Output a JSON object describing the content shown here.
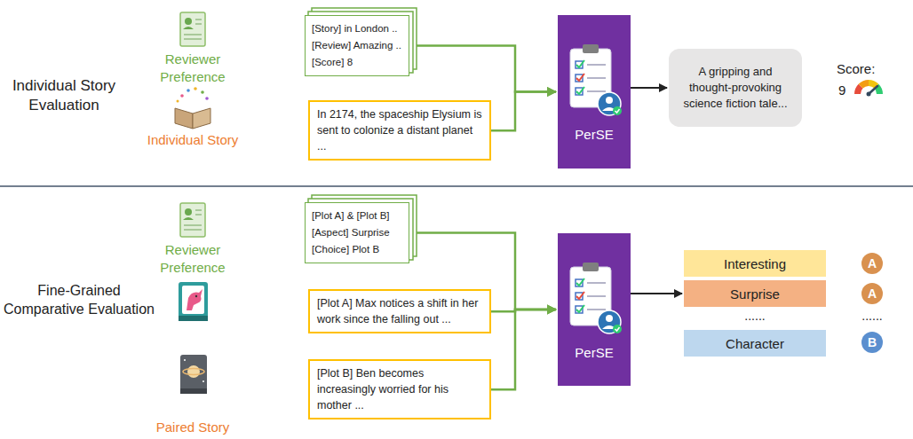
{
  "diagram": {
    "nodes": [
      {
        "text": [
          "[Story] in London ..",
          "[Review] Amazing ..",
          "[Score] 8"
        ]
      },
      {
        "text": [
          "In 2174, the spaceship Elysium is sent to colonize a distant planet ..."
        ]
      },
      {
        "text": [
          "PerSE"
        ]
      },
      {
        "text": [
          "A gripping and thought-provoking science fiction tale..."
        ]
      },
      {
        "text": [
          "[Plot A] & [Plot B]",
          "[Aspect] Surprise",
          "[Choice] Plot B"
        ]
      },
      {
        "text": [
          "[Plot A] Max notices a shift in her work since the falling out ..."
        ]
      },
      {
        "text": [
          "[Plot B] Ben becomes increasingly worried for his mother ..."
        ]
      },
      {
        "text": [
          "PerSE"
        ]
      },
      {
        "text": [
          "Interesting"
        ]
      },
      {
        "text": [
          "Surprise"
        ]
      },
      {
        "text": [
          "Character"
        ]
      },
      {
        "text": [
          "A"
        ]
      },
      {
        "text": [
          "A"
        ]
      },
      {
        "text": [
          "B"
        ]
      }
    ],
    "edges": [
      {
        "from": 0,
        "to": 2,
        "arrow": "to"
      },
      {
        "from": 1,
        "to": 2,
        "arrow": "to"
      },
      {
        "from": 2,
        "to": 3,
        "arrow": "to"
      },
      {
        "from": 4,
        "to": 7,
        "arrow": "to"
      },
      {
        "from": 5,
        "to": 7,
        "arrow": "to"
      },
      {
        "from": 6,
        "to": 7,
        "arrow": "to"
      },
      {
        "from": 7,
        "to": 9,
        "arrow": "to"
      }
    ],
    "labels": [
      "Individual Story Evaluation",
      "Reviewer Preference",
      "Individual Story",
      "Score:",
      "9",
      "Fine-Grained Comparative Evaluation",
      "Reviewer Preference",
      "Paired Story",
      "......",
      "......"
    ]
  }
}
